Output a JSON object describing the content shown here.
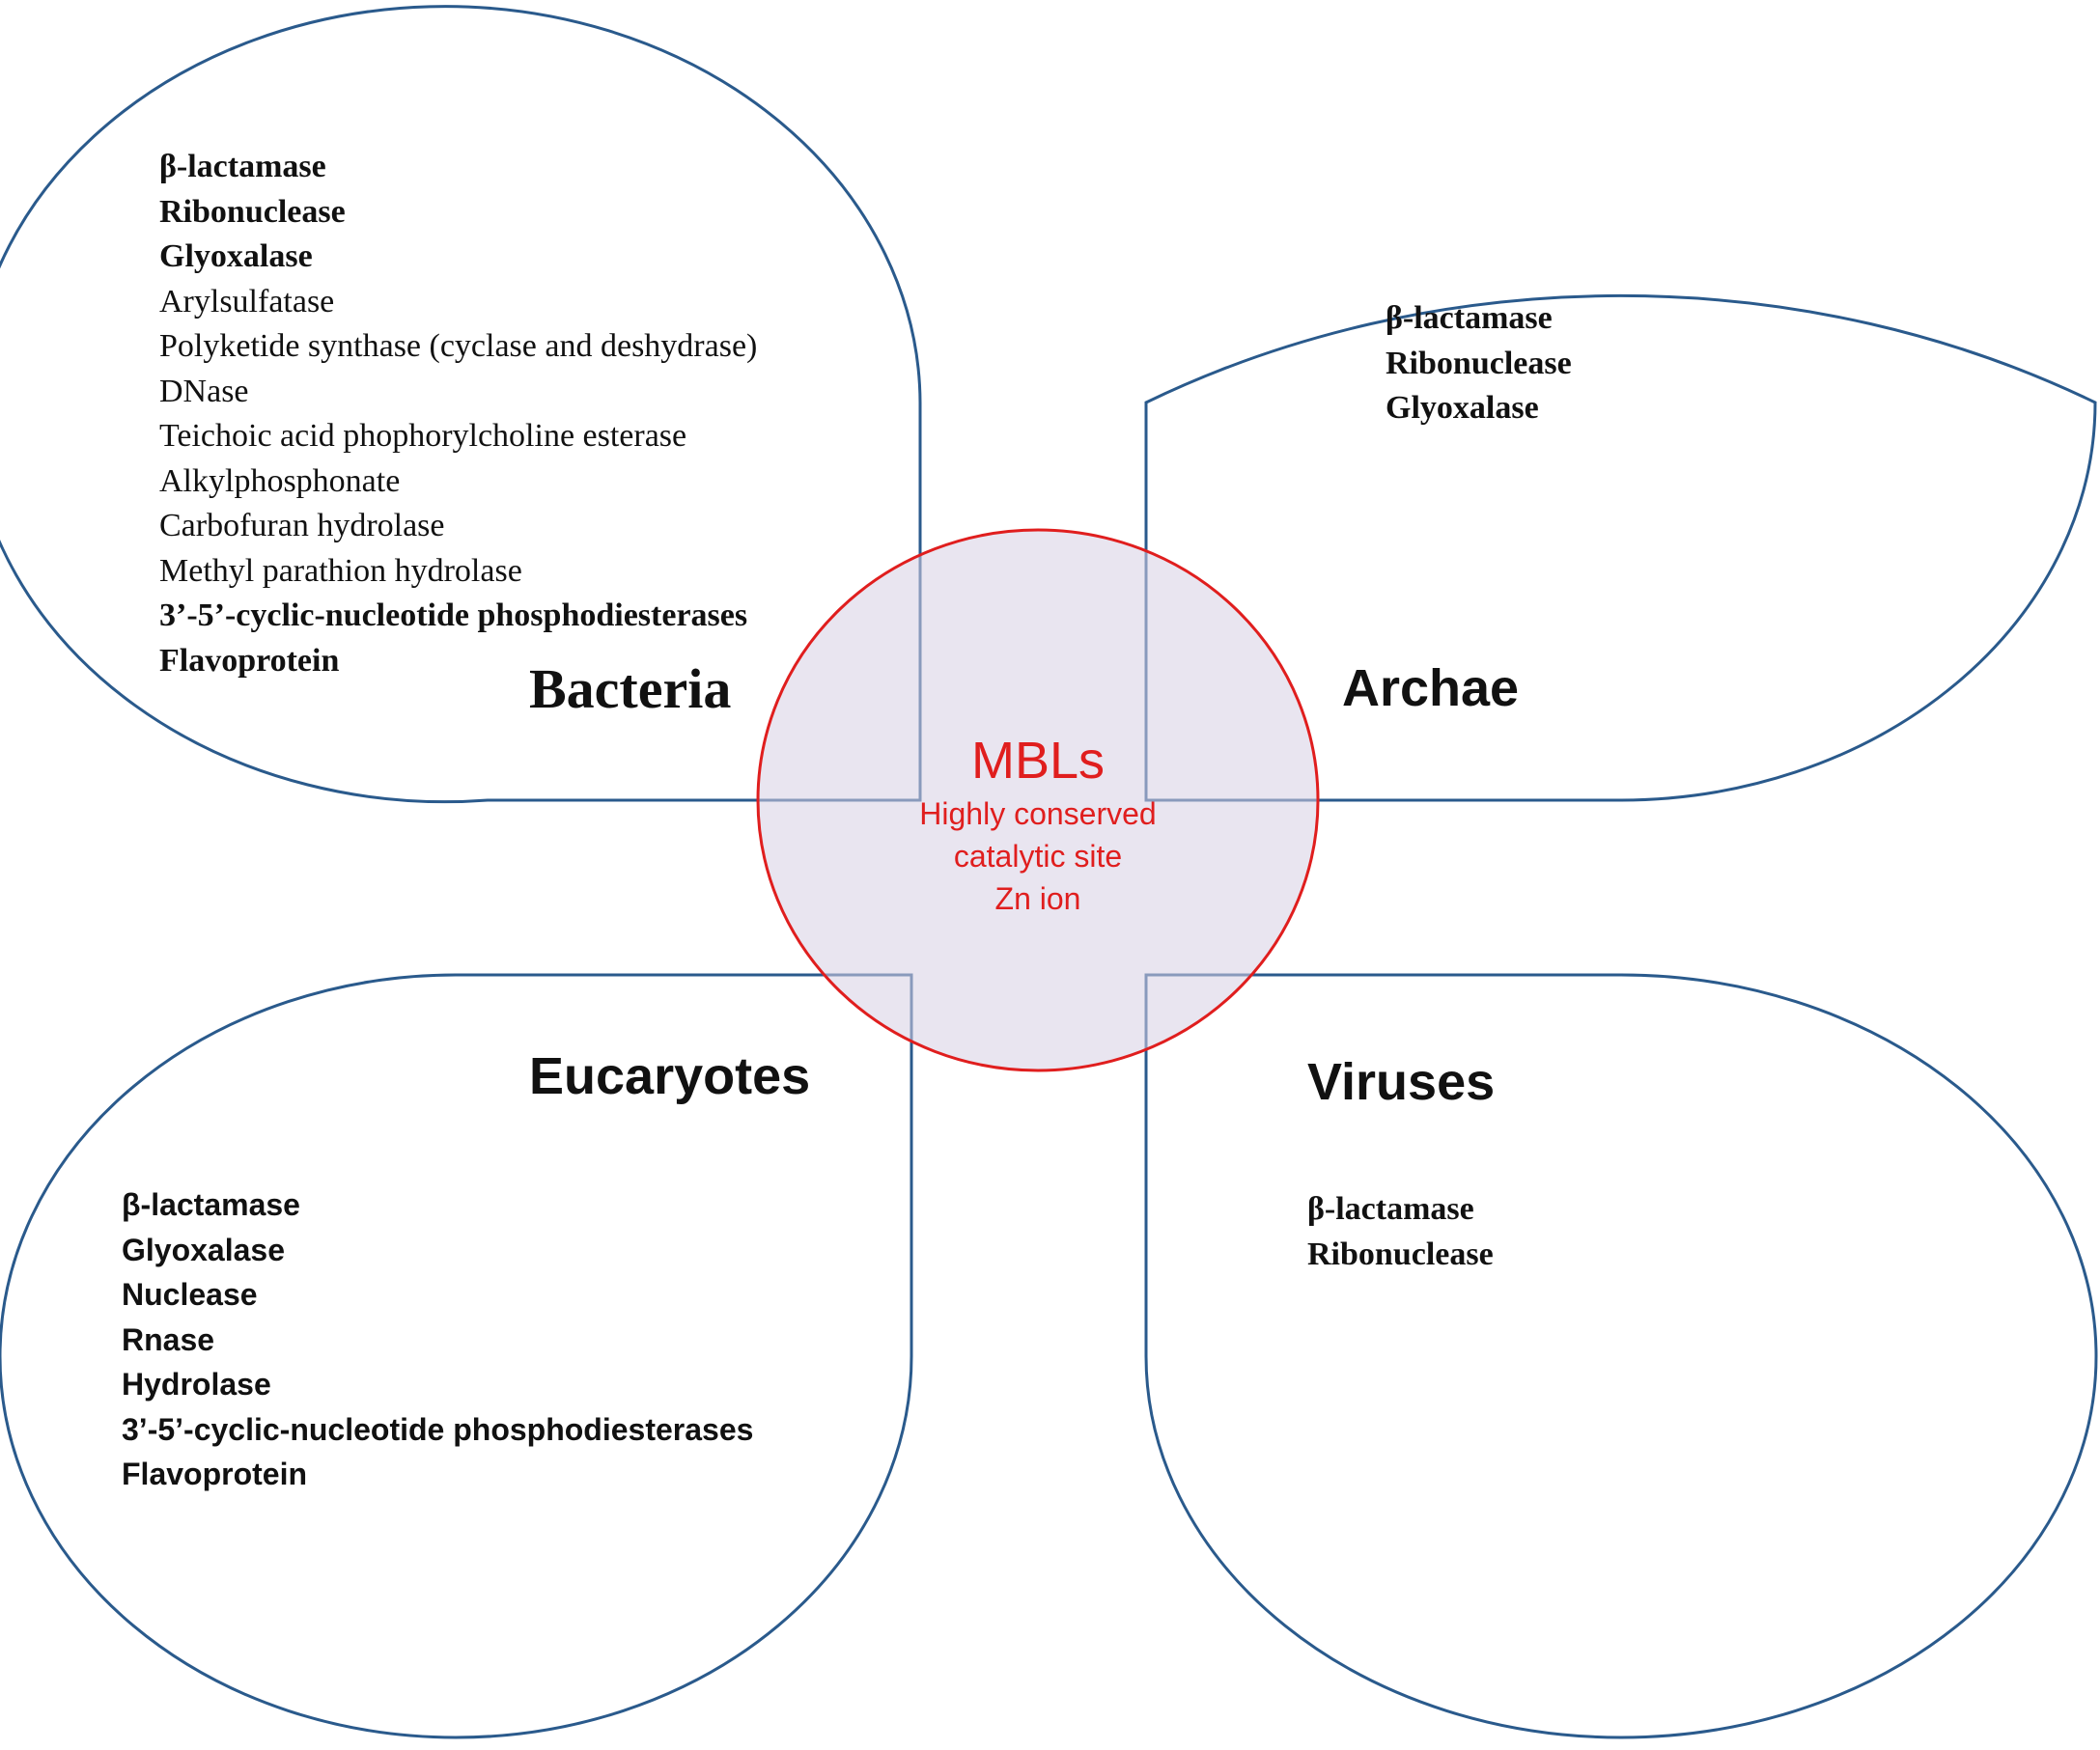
{
  "center": {
    "title": "MBLs",
    "lines": [
      "Highly conserved",
      "catalytic site",
      "Zn ion"
    ]
  },
  "domains": {
    "bacteria": {
      "title": "Bacteria",
      "items": [
        {
          "label": "β-lactamase",
          "bold": true
        },
        {
          "label": "Ribonuclease",
          "bold": true
        },
        {
          "label": "Glyoxalase",
          "bold": true
        },
        {
          "label": "Arylsulfatase",
          "bold": false
        },
        {
          "label": "Polyketide synthase (cyclase and deshydrase)",
          "bold": false
        },
        {
          "label": "DNase",
          "bold": false
        },
        {
          "label": "Teichoic acid phophorylcholine esterase",
          "bold": false
        },
        {
          "label": "Alkylphosphonate",
          "bold": false
        },
        {
          "label": "Carbofuran hydrolase",
          "bold": false
        },
        {
          "label": "Methyl parathion hydrolase",
          "bold": false
        },
        {
          "label": "3’-5’-cyclic-nucleotide phosphodiesterases",
          "bold": true
        },
        {
          "label": "Flavoprotein",
          "bold": true
        }
      ]
    },
    "archae": {
      "title": "Archae",
      "items": [
        {
          "label": "β-lactamase",
          "bold": true
        },
        {
          "label": "Ribonuclease",
          "bold": true
        },
        {
          "label": "Glyoxalase",
          "bold": true
        }
      ]
    },
    "eucaryotes": {
      "title": "Eucaryotes",
      "items": [
        {
          "label": "β-lactamase",
          "bold": true
        },
        {
          "label": "Glyoxalase",
          "bold": true
        },
        {
          "label": "Nuclease",
          "bold": true
        },
        {
          "label": "Rnase",
          "bold": true
        },
        {
          "label": "Hydrolase",
          "bold": true
        },
        {
          "label": "3’-5’-cyclic-nucleotide phosphodiesterases",
          "bold": true
        },
        {
          "label": "Flavoprotein",
          "bold": true
        }
      ]
    },
    "viruses": {
      "title": "Viruses",
      "items": [
        {
          "label": "β-lactamase",
          "bold": true
        },
        {
          "label": "Ribonuclease",
          "bold": true
        }
      ]
    }
  },
  "colors": {
    "lobe_outline": "#2a5a8c",
    "center_outline": "#e01e1e",
    "center_fill": "#d7d0e4",
    "center_text": "#e01e1e"
  }
}
